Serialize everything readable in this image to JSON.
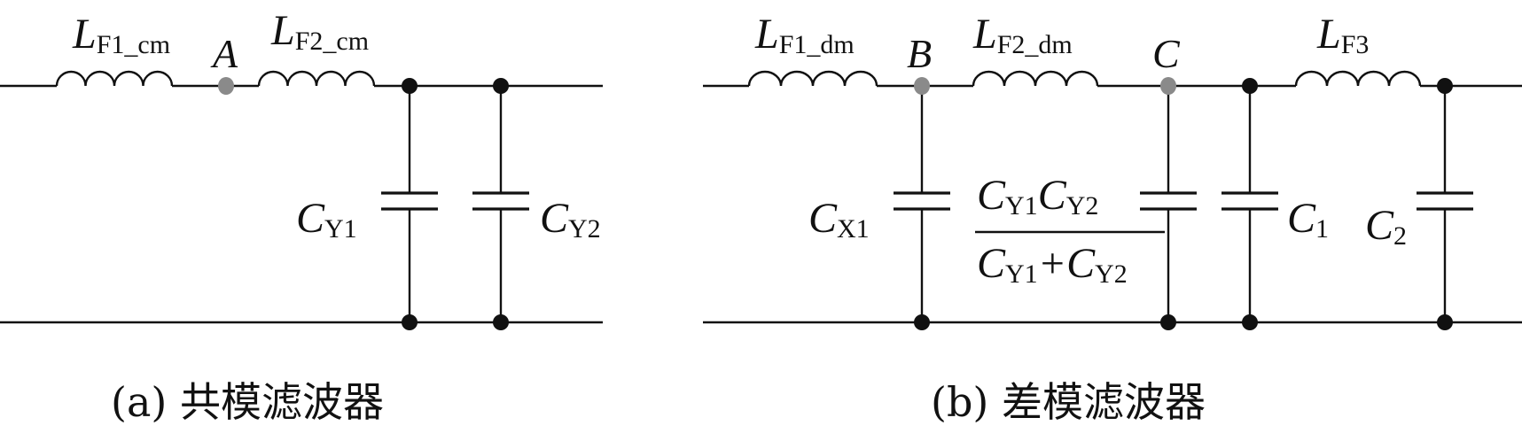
{
  "colors": {
    "ink": "#111111",
    "junction": "#111111",
    "test_node": "#8a8a8a",
    "background": "#ffffff"
  },
  "panel_a": {
    "caption": "(a)  共模滤波器",
    "inductor_1": {
      "symbol": "L",
      "sub": "F1_cm"
    },
    "inductor_2": {
      "symbol": "L",
      "sub": "F2_cm"
    },
    "node": "A",
    "cap_1": {
      "symbol": "C",
      "sub": "Y1"
    },
    "cap_2": {
      "symbol": "C",
      "sub": "Y2"
    }
  },
  "panel_b": {
    "caption": "(b)  差模滤波器",
    "inductor_1": {
      "symbol": "L",
      "sub": "F1_dm"
    },
    "inductor_2": {
      "symbol": "L",
      "sub": "F2_dm"
    },
    "inductor_3": {
      "symbol": "L",
      "sub": "F3"
    },
    "node_b": "B",
    "node_c": "C",
    "cap_x1": {
      "symbol": "C",
      "sub": "X1"
    },
    "cap_series": {
      "num_c1": "C",
      "num_s1": "Y1",
      "num_c2": "C",
      "num_s2": "Y2",
      "den_c1": "C",
      "den_s1": "Y1",
      "den_plus": "+",
      "den_c2": "C",
      "den_s2": "Y2"
    },
    "cap_1": {
      "symbol": "C",
      "sub": "1"
    },
    "cap_2": {
      "symbol": "C",
      "sub": "2"
    }
  }
}
